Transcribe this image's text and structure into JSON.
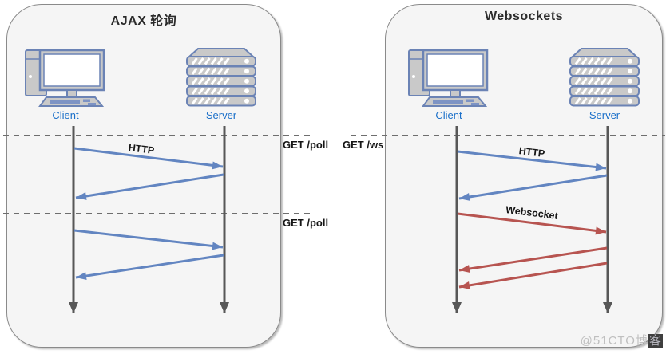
{
  "diagram": {
    "ajax": {
      "title": "AJAX 轮询",
      "client_label": "Client",
      "server_label": "Server",
      "request_label_1": "GET /poll",
      "request_label_2": "GET /poll",
      "http_arrow_label": "HTTP"
    },
    "websockets": {
      "title": "Websockets",
      "client_label": "Client",
      "server_label": "Server",
      "request_label_1": "GET /ws",
      "http_arrow_label": "HTTP",
      "websocket_arrow_label": "Websocket"
    },
    "colors": {
      "http_arrow": "#6285c1",
      "websocket_arrow": "#b75450",
      "lifeline": "#575757",
      "separator": "#6e6e6e",
      "node_label": "#1a6fc9",
      "panel_fill": "#f5f5f5",
      "icon_stroke": "#6b83b5",
      "icon_fill": "#c9c9c9"
    }
  },
  "watermark": {
    "prefix": "@51CTO博",
    "suffix": "客"
  }
}
